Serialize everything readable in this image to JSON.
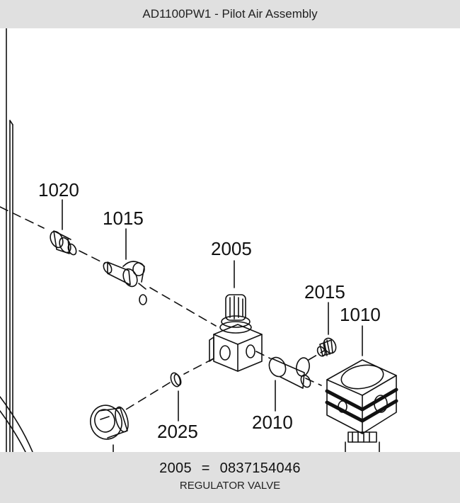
{
  "header": {
    "title": "AD1100PW1 - Pilot Air Assembly"
  },
  "diagram": {
    "callouts": {
      "c1020": "1020",
      "c1015": "1015",
      "c2005": "2005",
      "c2015": "2015",
      "c1010": "1010",
      "c2010": "2010",
      "c2025": "2025"
    }
  },
  "footer": {
    "part_number": "2005",
    "equals": "=",
    "order_code": "0837154046",
    "description": "REGULATOR VALVE"
  }
}
